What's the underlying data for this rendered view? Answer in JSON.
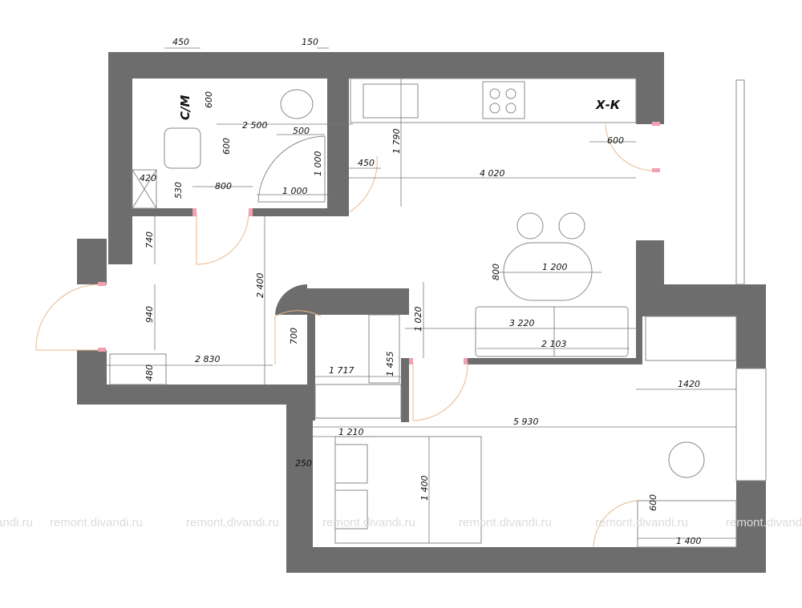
{
  "rooms": {
    "bathroom": "С/М",
    "kitchen": "Х-К"
  },
  "dims": {
    "d450top": "450",
    "d150": "150",
    "d600a": "600",
    "d2500": "2 500",
    "d500": "500",
    "d600b": "600",
    "d1000v": "1 000",
    "d1000h": "1 000",
    "d800": "800",
    "d420": "420",
    "d530": "530",
    "d450b": "450",
    "d1790": "1 790",
    "d4020": "4 020",
    "d600c": "600",
    "d740": "740",
    "d940": "940",
    "d480": "480",
    "d2830": "2 830",
    "d2400": "2 400",
    "d700": "700",
    "d1717": "1 717",
    "d1455": "1 455",
    "d1020": "1 020",
    "d800t": "800",
    "d1200": "1 200",
    "d3220": "3 220",
    "d2103": "2 103",
    "d1420": "1420",
    "d5930": "5 930",
    "d1210": "1 210",
    "d250": "250",
    "d1400v": "1 400",
    "d600d": "600",
    "d1400h": "1 400"
  },
  "watermark": "remont.divandi.ru",
  "colors": {
    "wall": "#6d6d6d",
    "door": "#e8b98a",
    "jamb": "#f0a0b0"
  }
}
